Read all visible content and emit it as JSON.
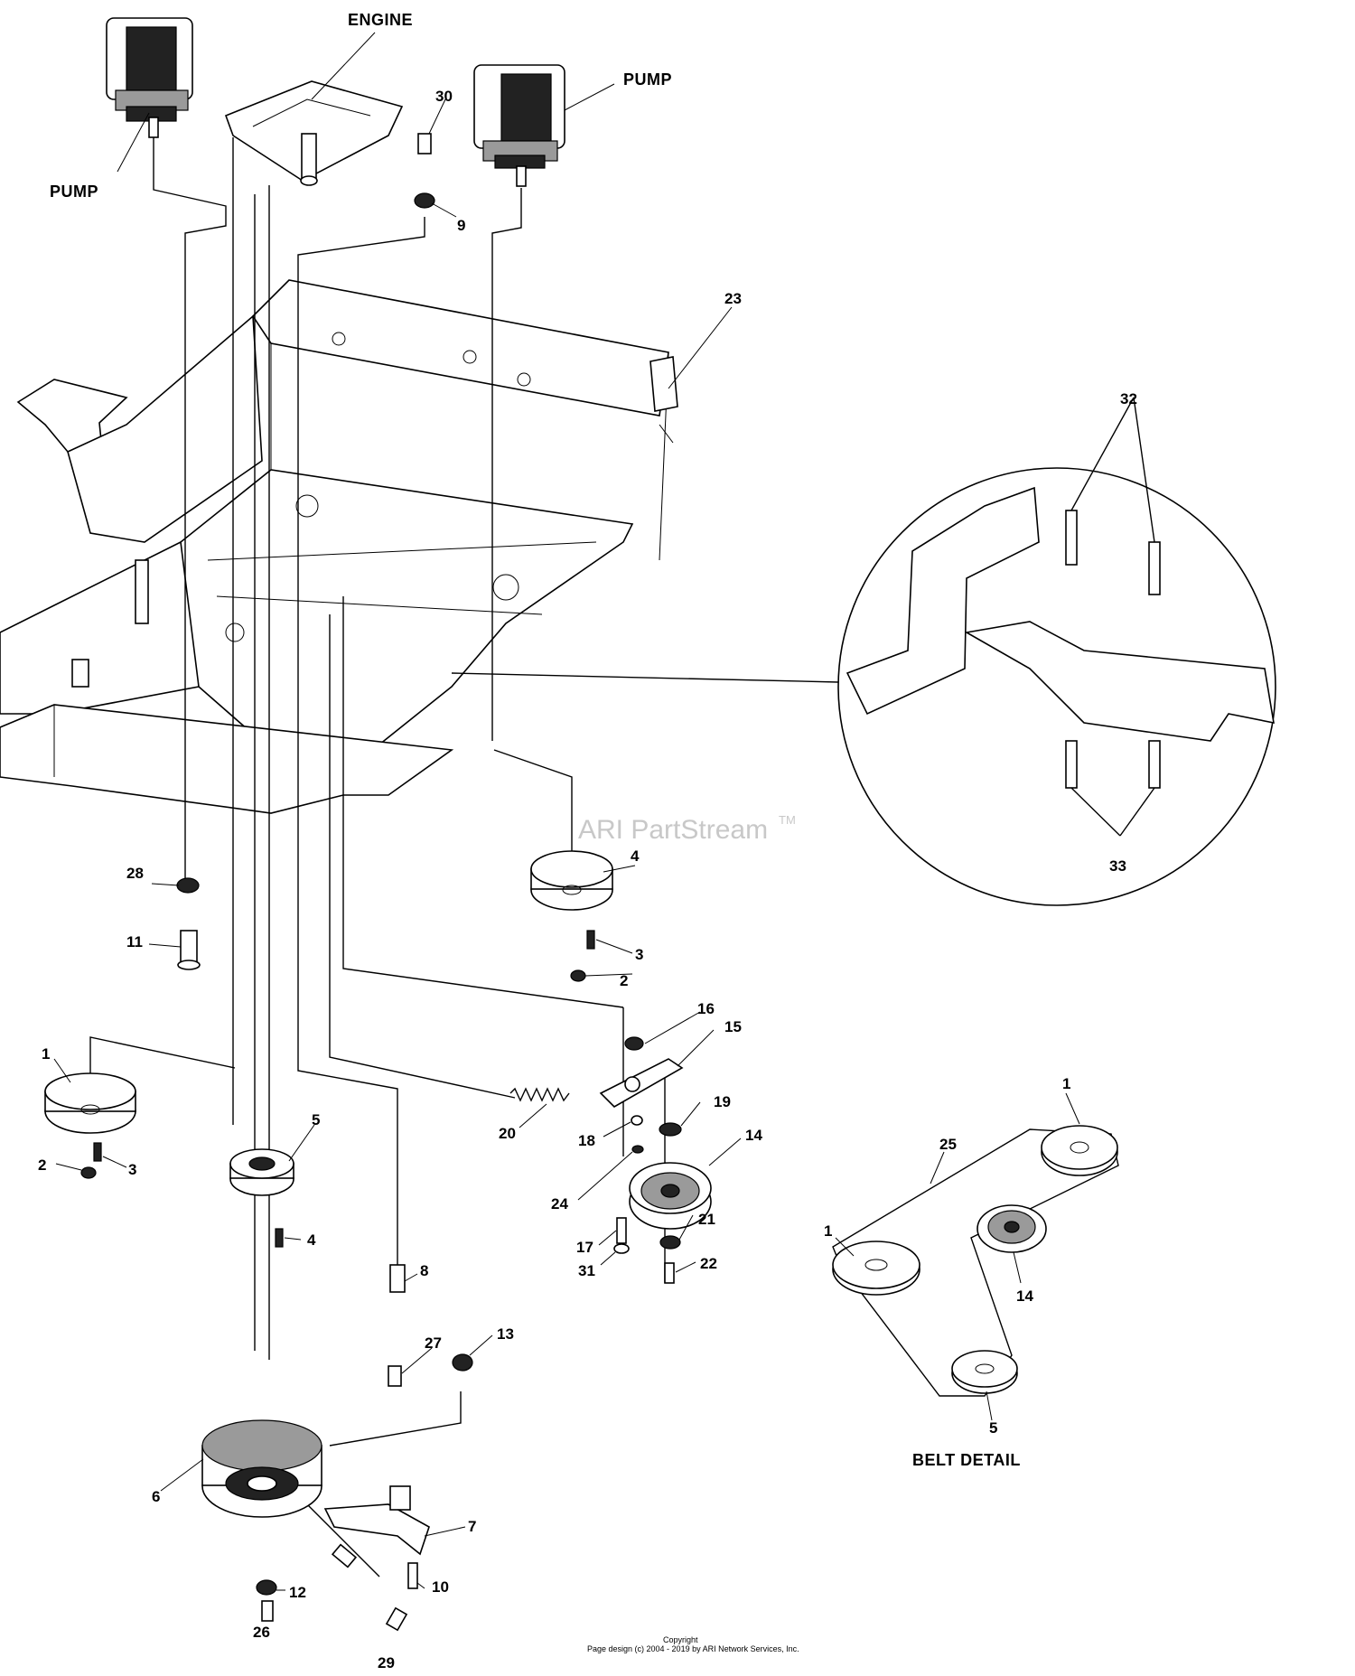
{
  "watermark": {
    "text": "ARI PartStream",
    "tm": "TM"
  },
  "copyright": {
    "line1": "Copyright",
    "line2": "Page design (c) 2004 - 2019 by ARI Network Services, Inc."
  },
  "labels": {
    "engine": "ENGINE",
    "pump_left": "PUMP",
    "pump_right": "PUMP",
    "belt_detail": "BELT DETAIL"
  },
  "callouts": {
    "c30": "30",
    "c9": "9",
    "c23": "23",
    "c32": "32",
    "c33": "33",
    "c28": "28",
    "c11": "11",
    "c4a": "4",
    "c3a": "3",
    "c2a": "2",
    "c16": "16",
    "c15": "15",
    "c1a": "1",
    "c2b": "2",
    "c3b": "3",
    "c5a": "5",
    "c20": "20",
    "c18": "18",
    "c19": "19",
    "c14a": "14",
    "c24": "24",
    "c21": "21",
    "c17": "17",
    "c22": "22",
    "c31": "31",
    "c4b": "4",
    "c8": "8",
    "c27": "27",
    "c13": "13",
    "c6": "6",
    "c7": "7",
    "c12": "12",
    "c10": "10",
    "c26": "26",
    "c29": "29",
    "c1b": "1",
    "c25": "25",
    "c1c": "1",
    "c14b": "14",
    "c5b": "5"
  }
}
